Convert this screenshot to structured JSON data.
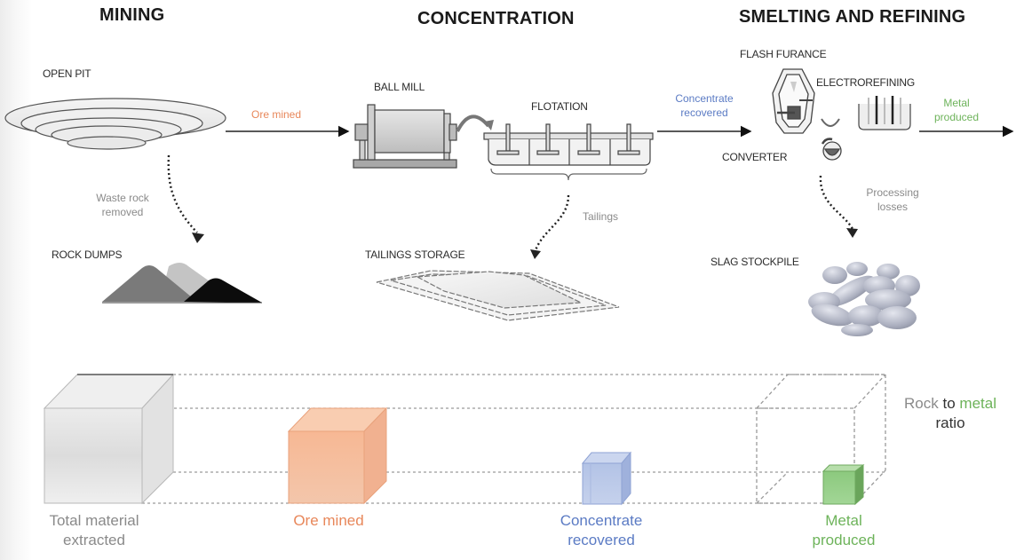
{
  "stages": {
    "mining": "MINING",
    "concentration": "CONCENTRATION",
    "smelting": "SMELTING AND REFINING"
  },
  "equipment": {
    "open_pit": "OPEN PIT",
    "ball_mill": "BALL MILL",
    "flotation": "FLOTATION",
    "flash_furnace": "FLASH FURANCE",
    "electrorefining": "ELECTROREFINING",
    "converter": "CONVERTER",
    "rock_dumps": "ROCK DUMPS",
    "tailings_storage": "TAILINGS STORAGE",
    "slag_stockpile": "SLAG STOCKPILE"
  },
  "flows": {
    "ore_mined": "Ore mined",
    "concentrate_recovered_1": "Concentrate",
    "concentrate_recovered_2": "recovered",
    "metal_produced_1": "Metal",
    "metal_produced_2": "produced",
    "waste_rock_1": "Waste rock",
    "waste_rock_2": "removed",
    "tailings": "Tailings",
    "processing_losses_1": "Processing",
    "processing_losses_2": "losses"
  },
  "cubes": {
    "total_1": "Total material",
    "total_2": "extracted",
    "ore": "Ore mined",
    "concentrate_1": "Concentrate",
    "concentrate_2": "recovered",
    "metal_1": "Metal",
    "metal_2": "produced"
  },
  "ratio": {
    "rock": "Rock",
    "to": "to",
    "metal": "metal",
    "ratio": "ratio"
  },
  "colors": {
    "ore": "#e8875a",
    "concentrate": "#5b7bc4",
    "metal": "#6db35a",
    "neutral": "#8a8a8a"
  }
}
